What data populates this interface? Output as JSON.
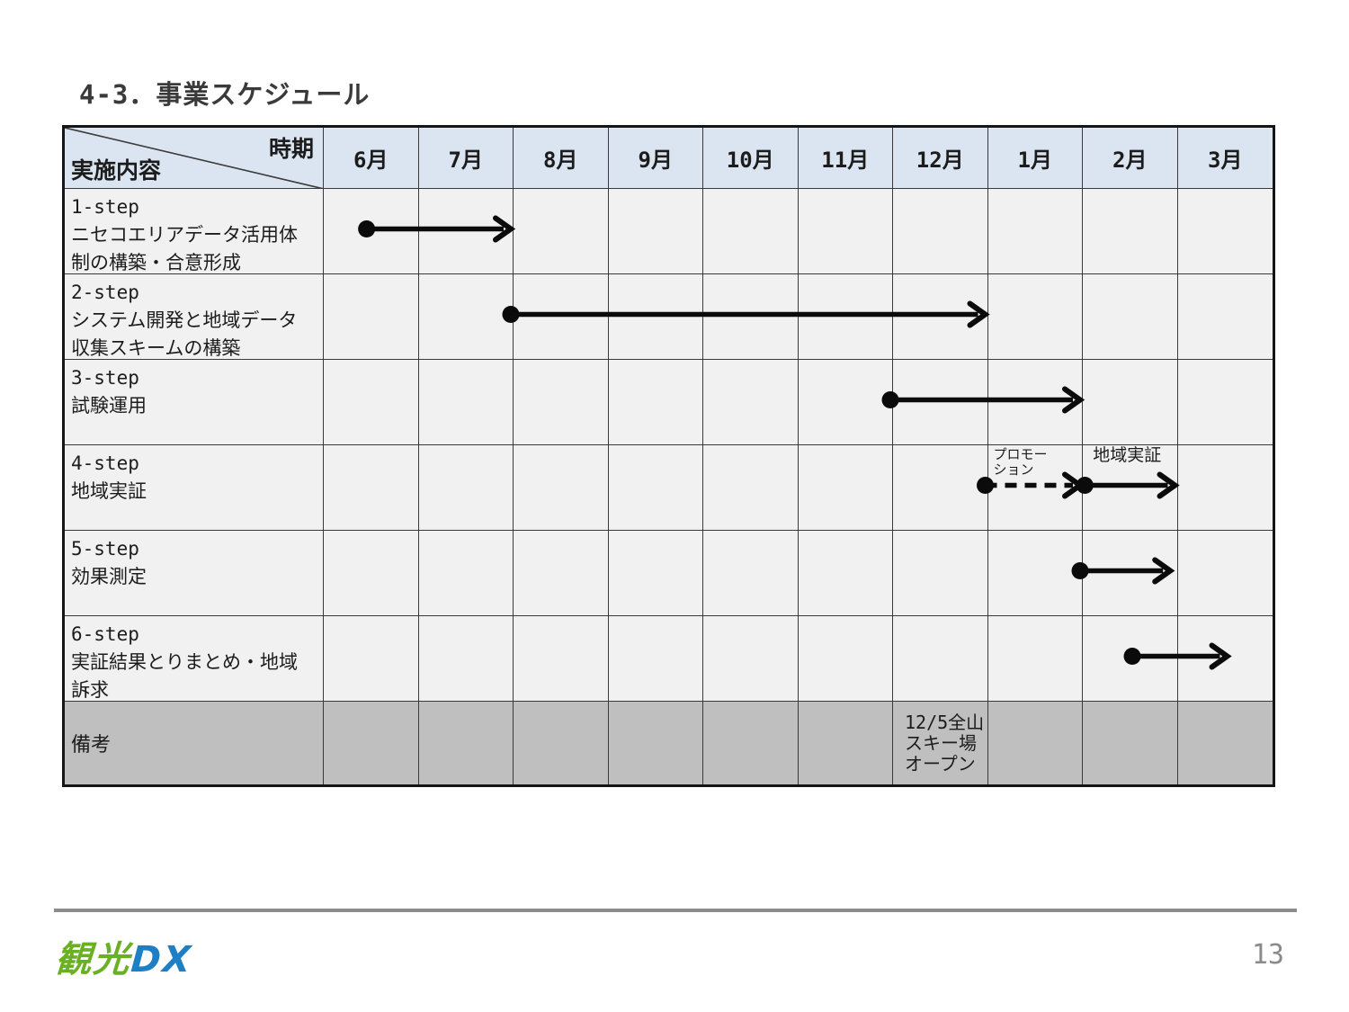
{
  "page": {
    "title": "4-3．事業スケジュール",
    "page_number": "13",
    "logo": {
      "part1": "観光",
      "part2": "DX"
    }
  },
  "table": {
    "corner": {
      "top_right": "時期",
      "bottom_left": "実施内容"
    },
    "months": [
      "6月",
      "7月",
      "8月",
      "9月",
      "10月",
      "11月",
      "12月",
      "1月",
      "2月",
      "3月"
    ],
    "rows": [
      {
        "step": "1-step",
        "desc": "ニセコエリアデータ活用体\n制の構築・合意形成"
      },
      {
        "step": "2-step",
        "desc": "システム開発と地域データ\n収集スキームの構築"
      },
      {
        "step": "3-step",
        "desc": "試験運用"
      },
      {
        "step": "4-step",
        "desc": "地域実証"
      },
      {
        "step": "5-step",
        "desc": "効果測定"
      },
      {
        "step": "6-step",
        "desc": "実証結果とりまとめ・地域\n訴求"
      }
    ],
    "remarks": {
      "label": "備考",
      "note": "12/5全山\nスキー場オープン",
      "note_month_index": 6
    }
  },
  "gantt": {
    "unit": "month-column (0 = left edge of 6月, 10 = right edge of 3月)",
    "bars": [
      {
        "row": 0,
        "start": 0.48,
        "end": 2.0,
        "style": "solid",
        "label": null
      },
      {
        "row": 1,
        "start": 2.0,
        "end": 7.0,
        "style": "solid",
        "label": null
      },
      {
        "row": 2,
        "start": 6.0,
        "end": 8.0,
        "style": "solid",
        "label": null
      },
      {
        "row": 3,
        "start": 7.0,
        "end": 8.0,
        "style": "dashed",
        "label": "プロモー\nション",
        "label_small": true
      },
      {
        "row": 3,
        "start": 8.05,
        "end": 9.0,
        "style": "solid",
        "label": "地域実証"
      },
      {
        "row": 4,
        "start": 8.0,
        "end": 8.95,
        "style": "solid",
        "label": null
      },
      {
        "row": 5,
        "start": 8.55,
        "end": 9.55,
        "style": "solid",
        "label": null
      }
    ]
  },
  "colors": {
    "header_bg": "#dbe5f1",
    "body_bg": "#f1f1f1",
    "remarks_bg": "#bfbfbf",
    "grid_border": "#3a3a3a",
    "arrow": "#0b0b0b",
    "logo_green": "#6ab023",
    "logo_blue": "#1f7fc4",
    "page_number": "#8a8a8a",
    "footer_rule": "#8c8c8c"
  }
}
